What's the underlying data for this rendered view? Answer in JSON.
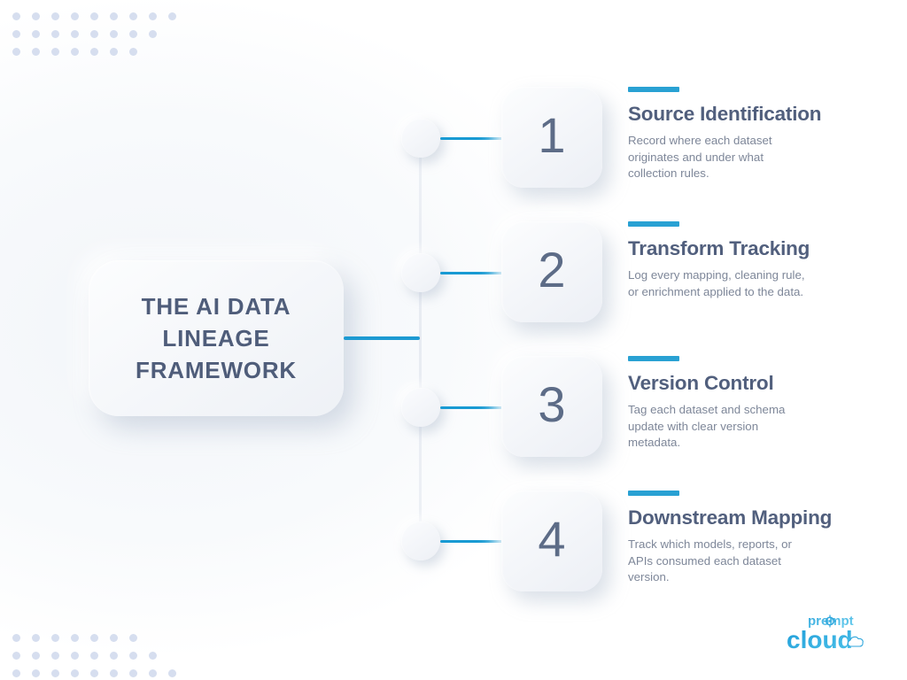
{
  "title_card": {
    "text": "The AI Data\nLineage\nFramework"
  },
  "colors": {
    "accent": "#29a1d3",
    "connector": "#189ad3",
    "heading": "#515f7d",
    "body": "#7e8799",
    "numeral": "#5d6c87",
    "dot": "#d6deef",
    "card_bg": "#eef1f6",
    "background": "#ffffff"
  },
  "steps": [
    {
      "number": "1",
      "title": "Source Identification",
      "desc": "Record where each dataset\noriginates and under what\ncollection rules."
    },
    {
      "number": "2",
      "title": "Transform Tracking",
      "desc": "Log every mapping, cleaning rule,\nor enrichment applied to the data."
    },
    {
      "number": "3",
      "title": "Version Control",
      "desc": "Tag each dataset and schema\nupdate with clear version\nmetadata."
    },
    {
      "number": "4",
      "title": "Downstream Mapping",
      "desc": "Track which models, reports, or\nAPIs consumed each dataset\nversion."
    }
  ],
  "decor": {
    "dots_top_rows": [
      9,
      8,
      7
    ],
    "dots_bottom_rows": [
      7,
      8,
      9
    ]
  },
  "logo": {
    "word_top": "prompt",
    "word_bottom": "cloud",
    "alt": "promptcloud-logo"
  }
}
